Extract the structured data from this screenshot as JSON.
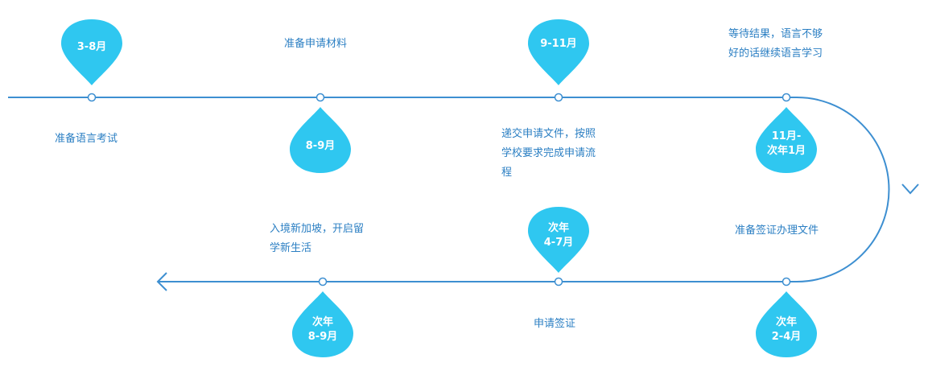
{
  "colors": {
    "line": "#3d8fd1",
    "drop": "#2fc7f0",
    "text": "#2b7fc3"
  },
  "milestones": [
    {
      "date": "3-8月",
      "desc": "准备语言考试"
    },
    {
      "date": "8-9月",
      "desc": "准备申请材料"
    },
    {
      "date": "9-11月",
      "desc": "递交申请文件，按照\n学校要求完成申请流\n程"
    },
    {
      "date": "11月-\n次年1月",
      "desc": "等待结果，语言不够\n好的话继续语言学习"
    },
    {
      "date": "次年\n2-4月",
      "desc": "准备签证办理文件"
    },
    {
      "date": "次年\n4-7月",
      "desc": "申请签证"
    },
    {
      "date": "次年\n8-9月",
      "desc": "入境新加坡，开启留\n学新生活"
    }
  ]
}
